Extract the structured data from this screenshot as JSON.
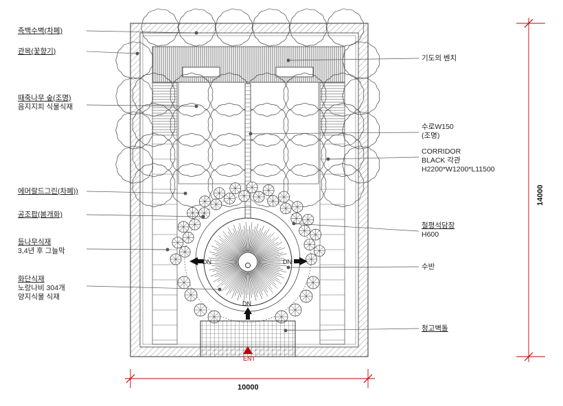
{
  "labels_left": [
    {
      "id": "l1",
      "lines": [
        "측백수벽(차폐)"
      ]
    },
    {
      "id": "l2",
      "lines": [
        "관목(꽃향기)"
      ]
    },
    {
      "id": "l3",
      "lines": [
        "때죽나무 숲(조명)",
        "음지지피 식물식재"
      ]
    },
    {
      "id": "l4",
      "lines": [
        "에머랄드그린(차폐))"
      ]
    },
    {
      "id": "l5",
      "lines": [
        "공조팝(봄개화)"
      ]
    },
    {
      "id": "l6",
      "lines": [
        "등나무식재",
        "3,4년 후 그늘막"
      ]
    },
    {
      "id": "l7",
      "lines": [
        "화단식재",
        "노랑나비 304개",
        "양지식물 식재"
      ]
    }
  ],
  "labels_right": [
    {
      "id": "r1",
      "lines": [
        "기도의 벤치"
      ]
    },
    {
      "id": "r2",
      "lines": [
        "수로W150",
        "(조명)"
      ]
    },
    {
      "id": "r3",
      "lines": [
        "CORRIDOR",
        "BLACK 각관",
        "H2200*W1200*L11500"
      ]
    },
    {
      "id": "r4",
      "lines": [
        "철평석담장",
        "H600"
      ]
    },
    {
      "id": "r5",
      "lines": [
        "수반"
      ]
    },
    {
      "id": "r6",
      "lines": [
        "청고벽돌"
      ]
    }
  ],
  "plan_text": {
    "dn_left": "DN",
    "dn_right": "DN",
    "dn_bottom": "DN",
    "entrance": "ENT"
  },
  "dimensions": {
    "width": "10000",
    "height": "14000"
  },
  "colors": {
    "dimension": "#b00000",
    "line": "#333333"
  }
}
